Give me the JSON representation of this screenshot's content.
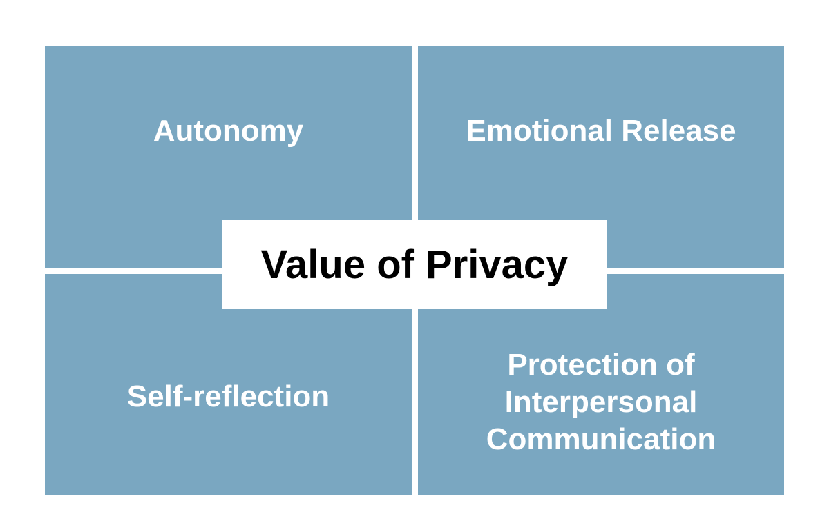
{
  "colors": {
    "quadrant_fill": "#7aa7c1",
    "center_fill": "#ffffff",
    "quadrant_text": "#ffffff",
    "center_text": "#000000"
  },
  "center": {
    "title": "Value of Privacy"
  },
  "quadrants": [
    {
      "label": "Autonomy"
    },
    {
      "label": "Emotional Release"
    },
    {
      "label": "Self-reflection"
    },
    {
      "label": "Protection of\nInterpersonal\nCommunication"
    }
  ]
}
